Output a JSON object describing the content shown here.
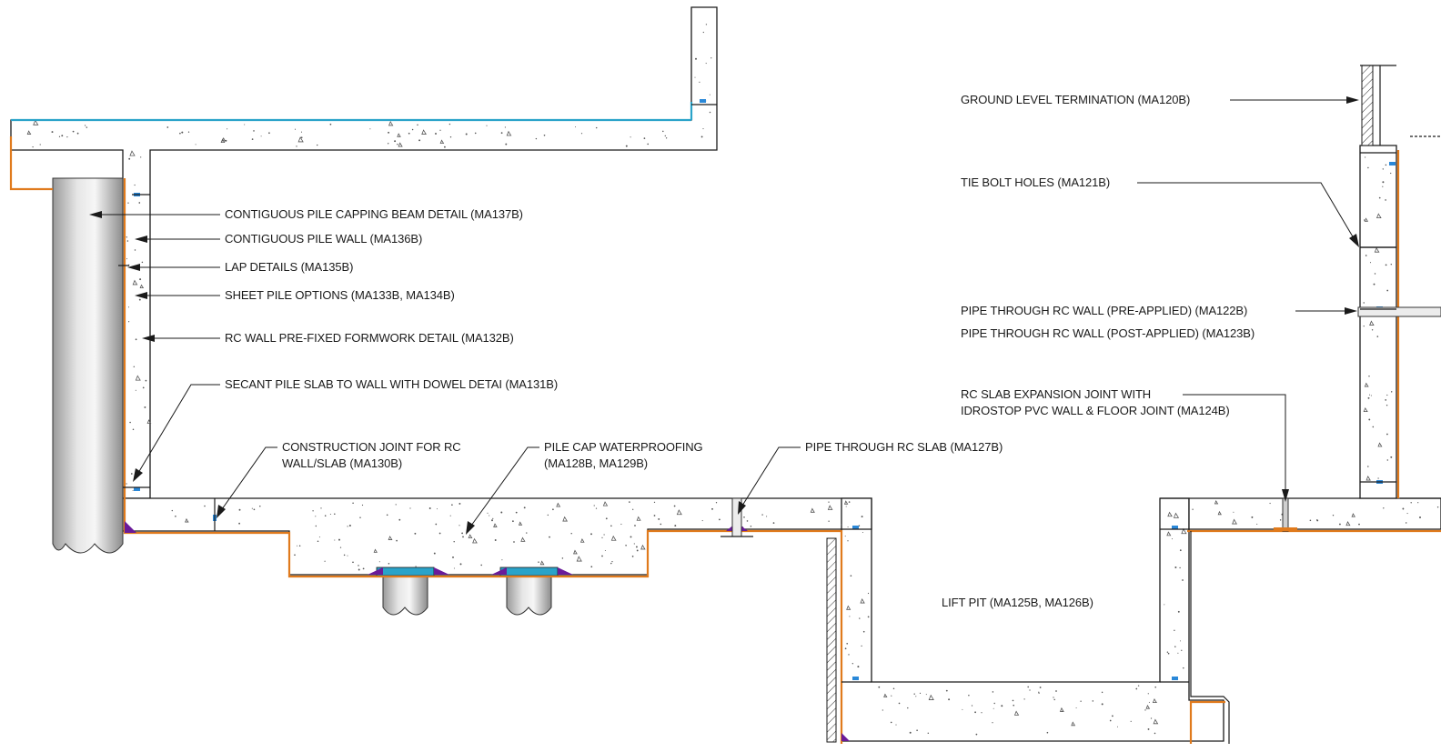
{
  "colors": {
    "membrane": "#e07a1c",
    "top_membrane": "#2aa3c9",
    "waterstop": "#2a88d8",
    "fillet": "#6a1b9a",
    "line": "#1a1a1a"
  },
  "labels": {
    "ma137b": "CONTIGUOUS PILE CAPPING BEAM DETAIL (MA137B)",
    "ma136b": "CONTIGUOUS PILE WALL (MA136B)",
    "ma135b": "LAP DETAILS (MA135B)",
    "ma133b": "SHEET PILE OPTIONS (MA133B, MA134B)",
    "ma132b": "RC WALL PRE-FIXED FORMWORK DETAIL (MA132B)",
    "ma131b": "SECANT PILE SLAB TO WALL WITH DOWEL DETAI (MA131B)",
    "ma130b_line1": "CONSTRUCTION JOINT FOR RC",
    "ma130b_line2": "WALL/SLAB (MA130B)",
    "ma128b_line1": "PILE CAP WATERPROOFING",
    "ma128b_line2": "(MA128B, MA129B)",
    "ma127b": "PIPE THROUGH RC SLAB (MA127B)",
    "ma120b": "GROUND LEVEL TERMINATION (MA120B)",
    "ma121b": "TIE BOLT HOLES (MA121B)",
    "ma122b": "PIPE THROUGH RC WALL (PRE-APPLIED) (MA122B)",
    "ma123b": "PIPE THROUGH RC WALL (POST-APPLIED) (MA123B)",
    "ma124b_line1": "RC SLAB EXPANSION JOINT WITH",
    "ma124b_line2": "IDROSTOP PVC WALL & FLOOR JOINT (MA124B)",
    "ma125b": "LIFT PIT (MA125B, MA126B)"
  }
}
